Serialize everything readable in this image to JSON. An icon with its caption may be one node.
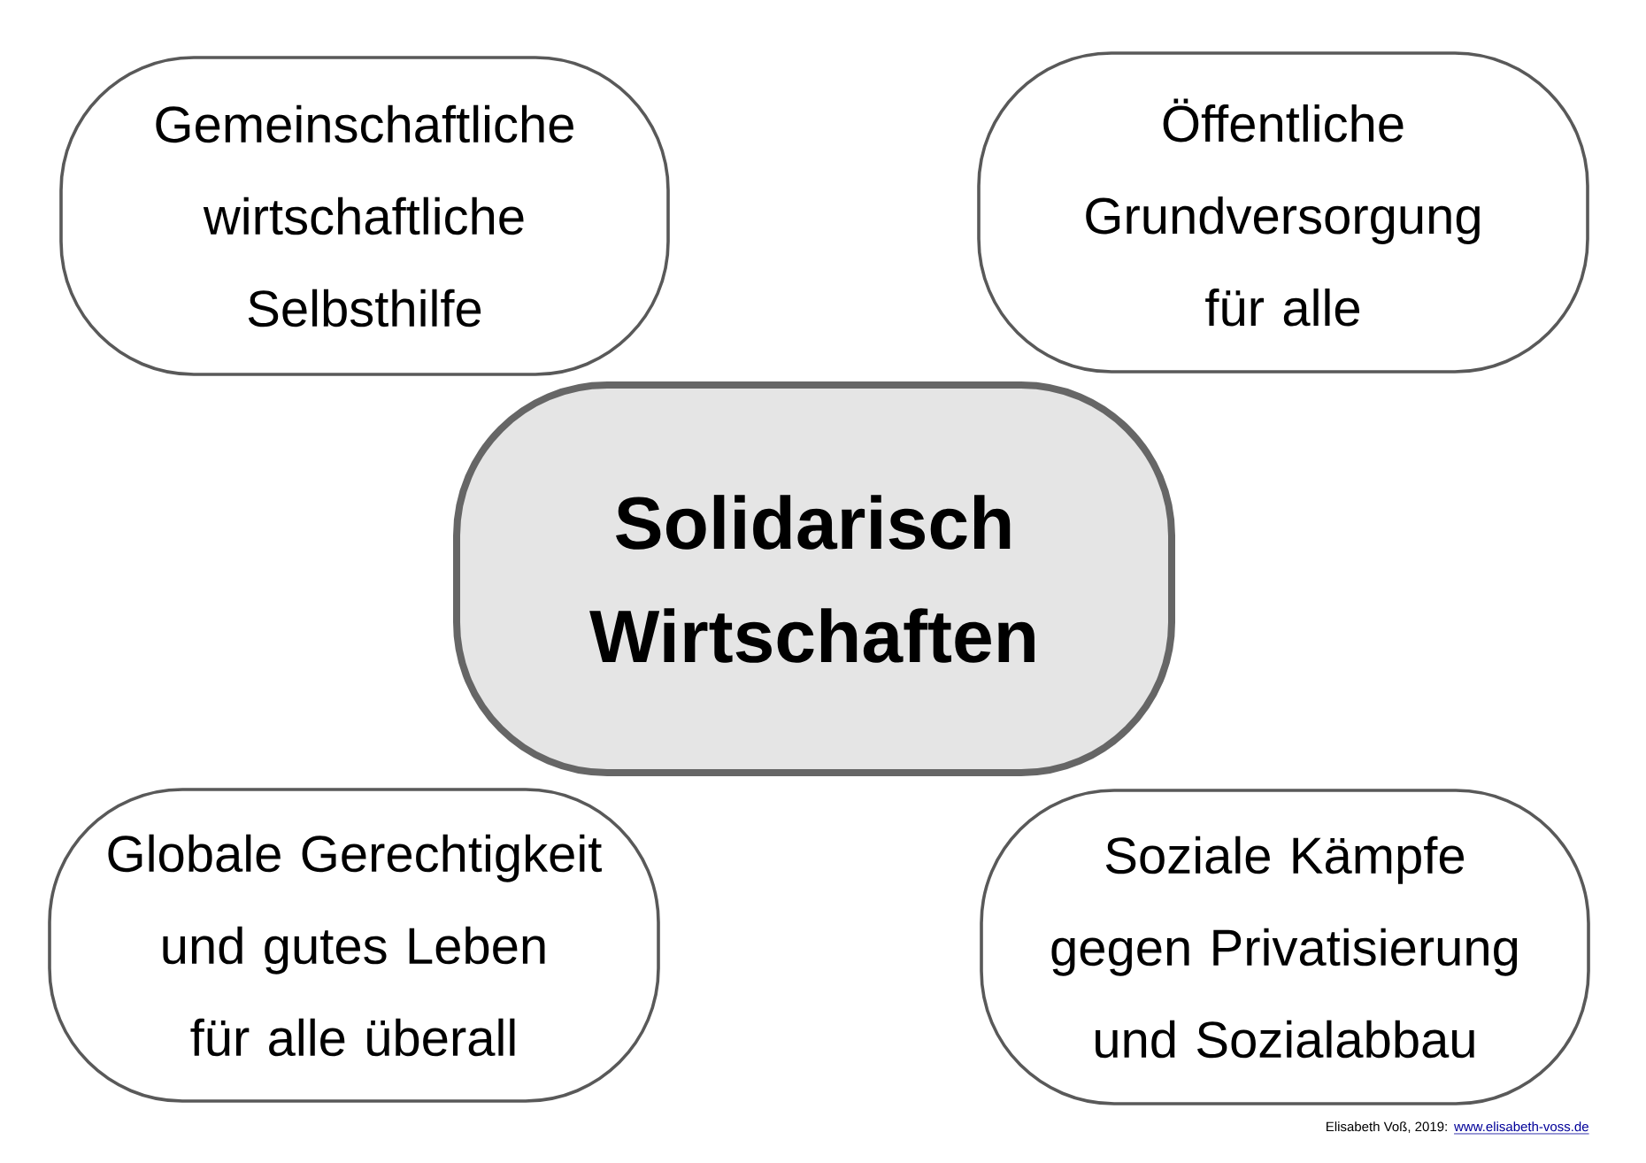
{
  "diagram": {
    "nodes": [
      {
        "text": [
          "Gemeinschaftliche wirtschaftliche Selbsthilfe"
        ]
      },
      {
        "text": [
          "Öffentliche Grundversorgung für alle"
        ]
      },
      {
        "text": [
          "Solidarisch Wirtschaften"
        ]
      },
      {
        "text": [
          "Globale Gerechtigkeit und gutes Leben für alle überall"
        ]
      },
      {
        "text": [
          "Soziale Kämpfe gegen Privatisierung und Sozialabbau"
        ]
      }
    ],
    "labels": [
      "Elisabeth Voß, 2019:",
      "www.elisabeth-voss.de"
    ]
  }
}
